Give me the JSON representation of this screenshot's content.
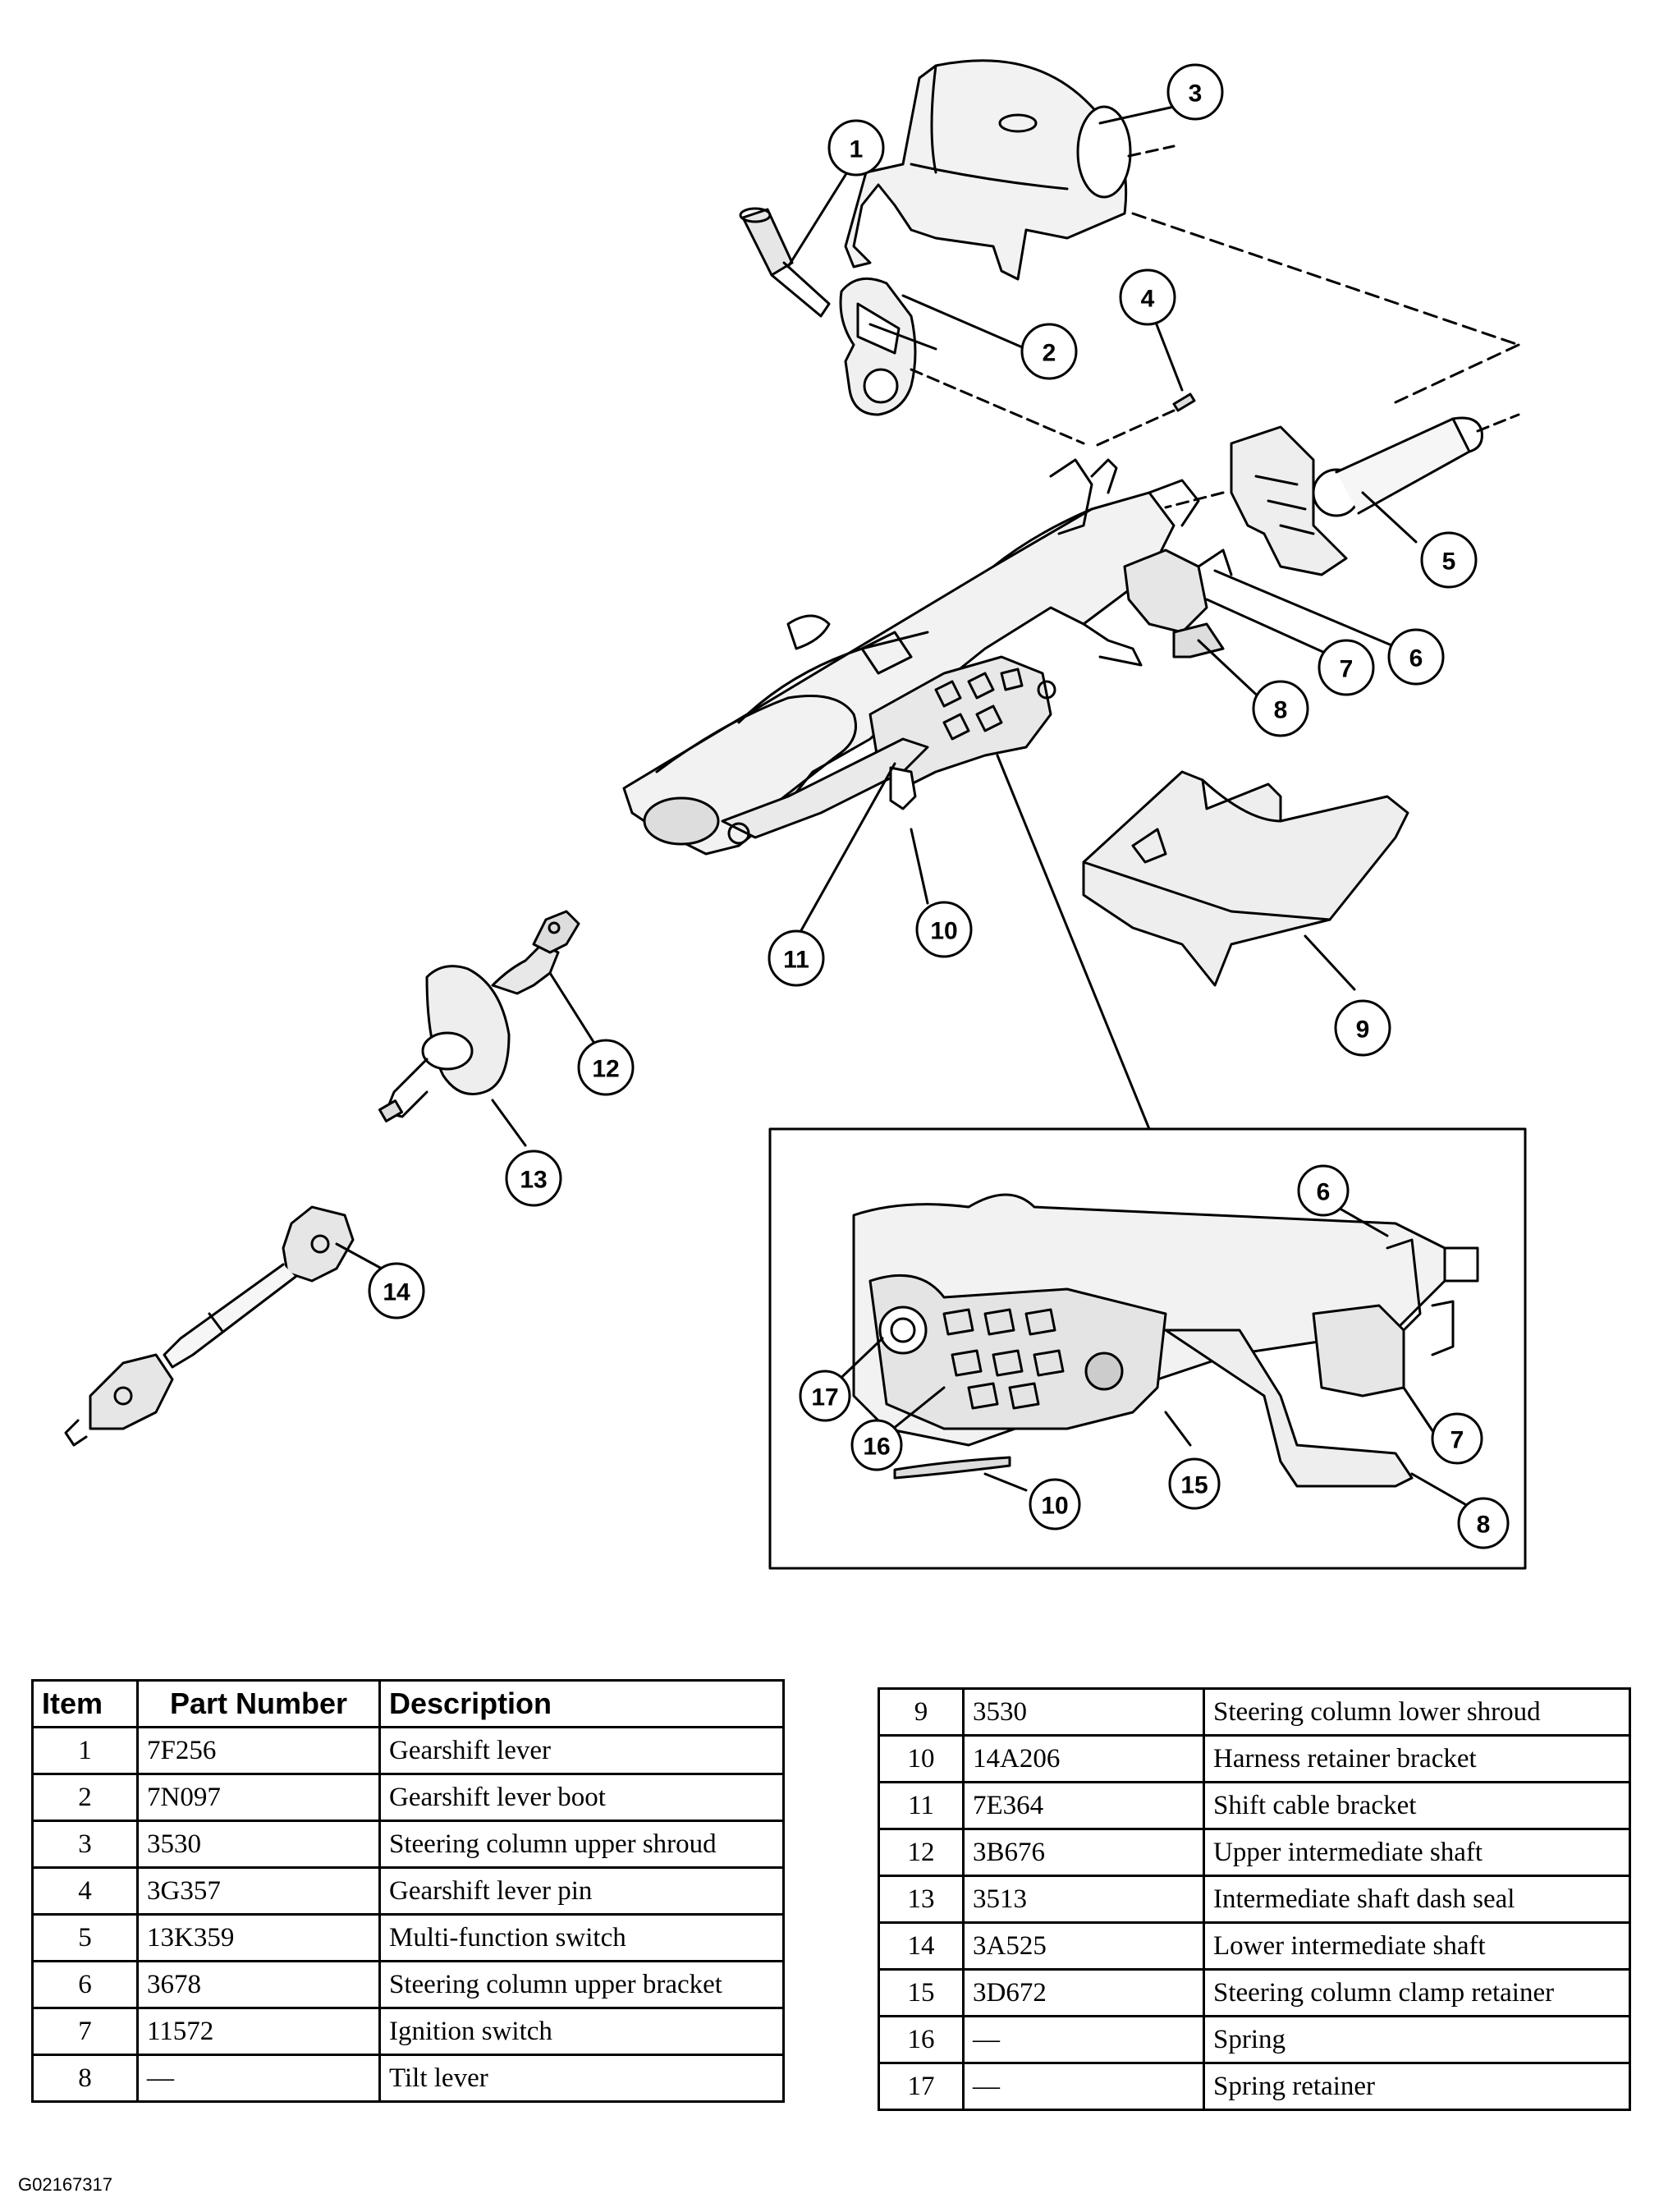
{
  "callouts": {
    "c1": "1",
    "c2": "2",
    "c3": "3",
    "c4": "4",
    "c5": "5",
    "c6": "6",
    "c7": "7",
    "c8": "8",
    "c9": "9",
    "c10": "10",
    "c11": "11",
    "c12": "12",
    "c13": "13",
    "c14": "14",
    "i6": "6",
    "i7": "7",
    "i8": "8",
    "i10": "10",
    "i15": "15",
    "i16": "16",
    "i17": "17"
  },
  "table_headers": {
    "item": "Item",
    "part_number": "Part Number",
    "description": "Description"
  },
  "parts_left": [
    {
      "item": "1",
      "part": "7F256",
      "desc": "Gearshift lever"
    },
    {
      "item": "2",
      "part": "7N097",
      "desc": "Gearshift lever boot"
    },
    {
      "item": "3",
      "part": "3530",
      "desc": "Steering column upper shroud"
    },
    {
      "item": "4",
      "part": "3G357",
      "desc": "Gearshift lever pin"
    },
    {
      "item": "5",
      "part": "13K359",
      "desc": "Multi-function switch"
    },
    {
      "item": "6",
      "part": "3678",
      "desc": "Steering column upper bracket"
    },
    {
      "item": "7",
      "part": "11572",
      "desc": "Ignition switch"
    },
    {
      "item": "8",
      "part": "—",
      "desc": "Tilt lever"
    }
  ],
  "parts_right": [
    {
      "item": "9",
      "part": "3530",
      "desc": "Steering column lower shroud"
    },
    {
      "item": "10",
      "part": "14A206",
      "desc": "Harness retainer bracket"
    },
    {
      "item": "11",
      "part": "7E364",
      "desc": "Shift cable bracket"
    },
    {
      "item": "12",
      "part": "3B676",
      "desc": "Upper intermediate shaft"
    },
    {
      "item": "13",
      "part": "3513",
      "desc": "Intermediate shaft dash seal"
    },
    {
      "item": "14",
      "part": "3A525",
      "desc": "Lower intermediate shaft"
    },
    {
      "item": "15",
      "part": "3D672",
      "desc": "Steering column clamp retainer"
    },
    {
      "item": "16",
      "part": "—",
      "desc": "Spring"
    },
    {
      "item": "17",
      "part": "—",
      "desc": "Spring retainer"
    }
  ],
  "figure_code": "G02167317"
}
